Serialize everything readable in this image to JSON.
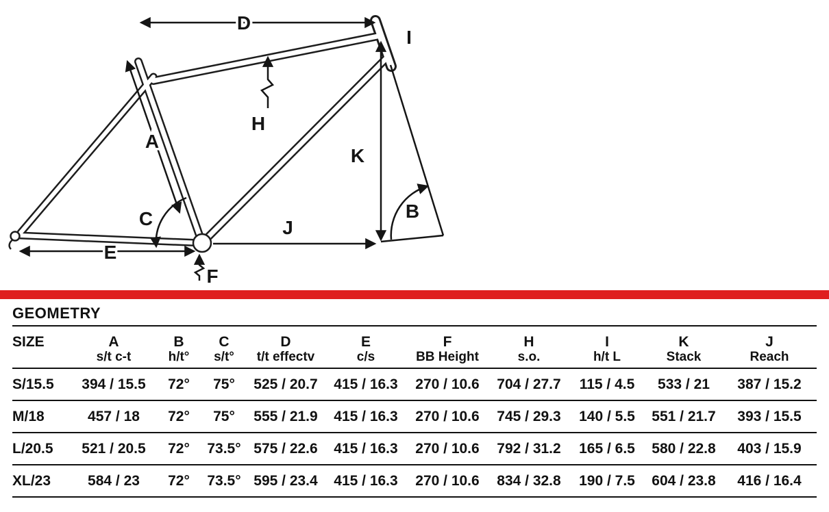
{
  "section_title": "GEOMETRY",
  "colors": {
    "accent_red": "#df1f1e",
    "ink": "#111111",
    "frame_outline": "#1d1d1d"
  },
  "diagram": {
    "description": "bike-frame-geometry-line-drawing",
    "labels": {
      "a": "A",
      "b": "B",
      "c": "C",
      "d": "D",
      "e": "E",
      "f": "F",
      "h": "H",
      "i": "I",
      "j": "J",
      "k": "K"
    }
  },
  "table": {
    "headers": [
      {
        "line1": "SIZE",
        "line2": ""
      },
      {
        "line1": "A",
        "line2": "s/t c-t"
      },
      {
        "line1": "B",
        "line2": "h/t°"
      },
      {
        "line1": "C",
        "line2": "s/t°"
      },
      {
        "line1": "D",
        "line2": "t/t effectv"
      },
      {
        "line1": "E",
        "line2": "c/s"
      },
      {
        "line1": "F",
        "line2": "BB Height"
      },
      {
        "line1": "H",
        "line2": "s.o."
      },
      {
        "line1": "I",
        "line2": "h/t L"
      },
      {
        "line1": "K",
        "line2": "Stack"
      },
      {
        "line1": "J",
        "line2": "Reach"
      }
    ],
    "rows": [
      [
        "S/15.5",
        "394 / 15.5",
        "72°",
        "75°",
        "525 / 20.7",
        "415 / 16.3",
        "270 / 10.6",
        "704 / 27.7",
        "115 / 4.5",
        "533 / 21",
        "387 / 15.2"
      ],
      [
        "M/18",
        "457 / 18",
        "72°",
        "75°",
        "555 / 21.9",
        "415 / 16.3",
        "270 / 10.6",
        "745 / 29.3",
        "140 / 5.5",
        "551 / 21.7",
        "393 / 15.5"
      ],
      [
        "L/20.5",
        "521 / 20.5",
        "72°",
        "73.5°",
        "575 / 22.6",
        "415 / 16.3",
        "270 / 10.6",
        "792 / 31.2",
        "165 / 6.5",
        "580 / 22.8",
        "403 / 15.9"
      ],
      [
        "XL/23",
        "584 / 23",
        "72°",
        "73.5°",
        "595 / 23.4",
        "415 / 16.3",
        "270 / 10.6",
        "834 / 32.8",
        "190 / 7.5",
        "604 / 23.8",
        "416 / 16.4"
      ]
    ]
  }
}
